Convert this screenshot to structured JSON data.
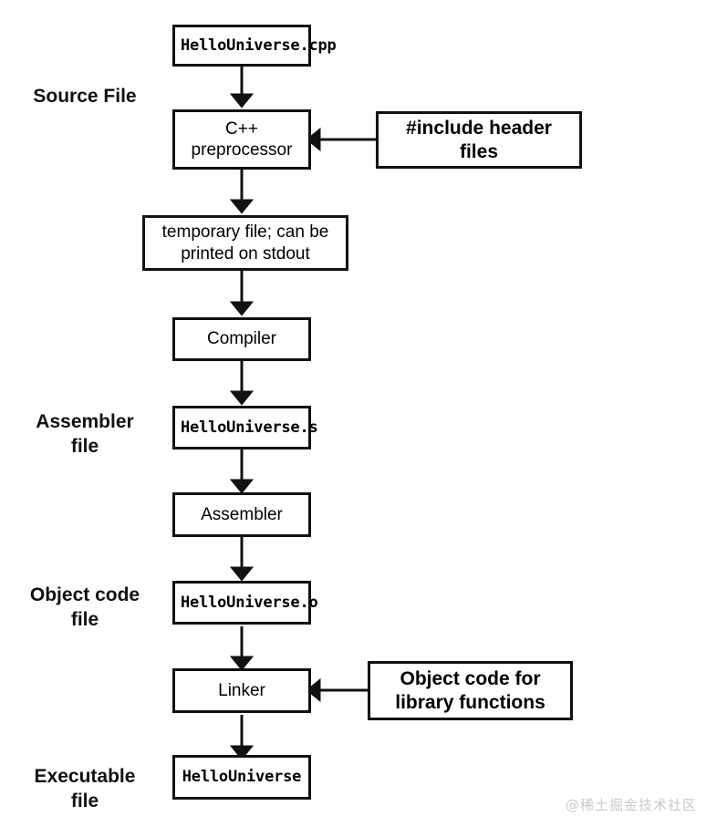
{
  "diagram": {
    "title": "C++ compilation pipeline",
    "stroke_color": "#111111",
    "background_color": "#ffffff",
    "watermark_color": "#c9c9c9"
  },
  "stage_labels": [
    {
      "id": "source-file",
      "text": "Source File"
    },
    {
      "id": "assembler-file",
      "text": "Assembler\nfile"
    },
    {
      "id": "object-code-file",
      "text": "Object code\nfile"
    },
    {
      "id": "executable-file",
      "text": "Executable\nfile"
    }
  ],
  "nodes": [
    {
      "id": "hellouniverse-cpp",
      "text": "HelloUniverse.cpp",
      "style": "mono"
    },
    {
      "id": "cpp-preprocessor",
      "text": "C++\npreprocessor",
      "style": "plain"
    },
    {
      "id": "include-header-files",
      "text": "#include header\nfiles",
      "style": "strong"
    },
    {
      "id": "temporary-file",
      "text": "temporary file; can be\nprinted on stdout",
      "style": "plain"
    },
    {
      "id": "compiler",
      "text": "Compiler",
      "style": "plain"
    },
    {
      "id": "hellouniverse-s",
      "text": "HelloUniverse.s",
      "style": "mono"
    },
    {
      "id": "assembler",
      "text": "Assembler",
      "style": "plain"
    },
    {
      "id": "hellouniverse-o",
      "text": "HelloUniverse.o",
      "style": "mono"
    },
    {
      "id": "linker",
      "text": "Linker",
      "style": "plain"
    },
    {
      "id": "object-code-library",
      "text": "Object code for\nlibrary functions",
      "style": "strong"
    },
    {
      "id": "hellouniverse-exe",
      "text": "HelloUniverse",
      "style": "mono"
    }
  ],
  "flow_sequence": [
    "HelloUniverse.cpp",
    "C++ preprocessor",
    "temporary file; can be printed on stdout",
    "Compiler",
    "HelloUniverse.s",
    "Assembler",
    "HelloUniverse.o",
    "Linker",
    "HelloUniverse"
  ],
  "side_inputs": [
    {
      "from": "#include header files",
      "to": "C++ preprocessor"
    },
    {
      "from": "Object code for library functions",
      "to": "Linker"
    }
  ],
  "watermark": {
    "text": "@稀土掘金技术社区"
  }
}
